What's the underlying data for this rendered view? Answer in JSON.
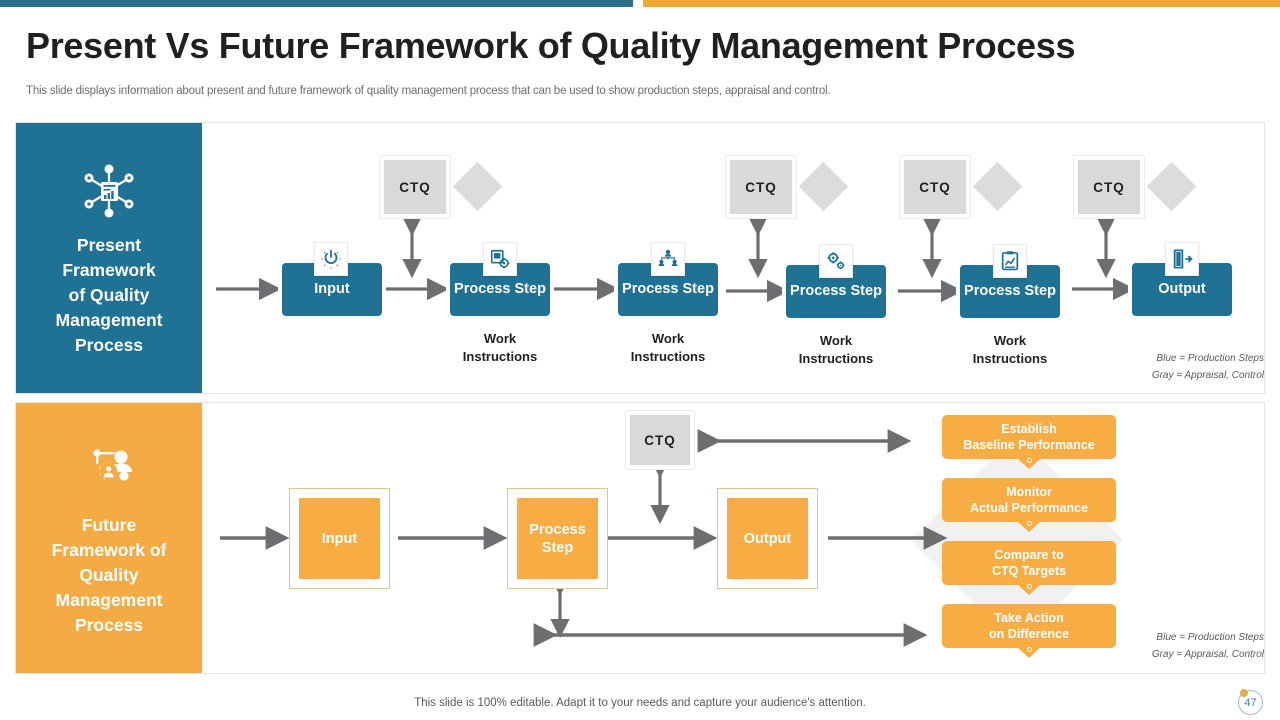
{
  "theme": {
    "blue": "#1f7294",
    "orange": "#f5ab43",
    "gray_box": "#d9d9d9",
    "gray_diamond": "#dcdcdc",
    "arrow_gray": "#6d6e71",
    "text_dark": "#231f20",
    "text_muted": "#58595b"
  },
  "header": {
    "title": "Present Vs Future Framework of Quality Management Process",
    "subtitle": "This slide displays information about present and future framework of quality management process that can be used to show production steps, appraisal and control."
  },
  "present": {
    "side_label": "Present\nFramework\nof Quality\nManagement\nProcess",
    "side_icon": "network-chart-icon",
    "nodes": [
      {
        "label": "Input",
        "icon": "power-gear-icon"
      },
      {
        "label": "Process Step",
        "icon": "document-gear-icon"
      },
      {
        "label": "Process Step",
        "icon": "hierarchy-people-icon"
      },
      {
        "label": "Process Step",
        "icon": "gears-icon"
      },
      {
        "label": "Process Step",
        "icon": "clipboard-chart-icon"
      },
      {
        "label": "Output",
        "icon": "exit-door-icon"
      }
    ],
    "ctq_label": "CTQ",
    "ctq_count": 4,
    "work_instructions_label": "Work\nInstructions",
    "work_instructions_count": 4,
    "legend": {
      "line1": "Blue = Production Steps",
      "line2": "Gray = Appraisal, Control"
    }
  },
  "future": {
    "side_label": "Future\nFramework of\nQuality\nManagement\nProcess",
    "side_icon": "people-gear-icon",
    "nodes": [
      {
        "label": "Input"
      },
      {
        "label": "Process\nStep"
      },
      {
        "label": "Output"
      }
    ],
    "ctq_label": "CTQ",
    "control_steps": [
      "Establish\nBaseline Performance",
      "Monitor\nActual Performance",
      "Compare to\nCTQ Targets",
      "Take Action\non Difference"
    ],
    "legend": {
      "line1": "Blue = Production Steps",
      "line2": "Gray = Appraisal, Control"
    }
  },
  "footer": {
    "note": "This slide is 100% editable. Adapt it to your needs and capture your audience's attention.",
    "page_number": "47"
  }
}
